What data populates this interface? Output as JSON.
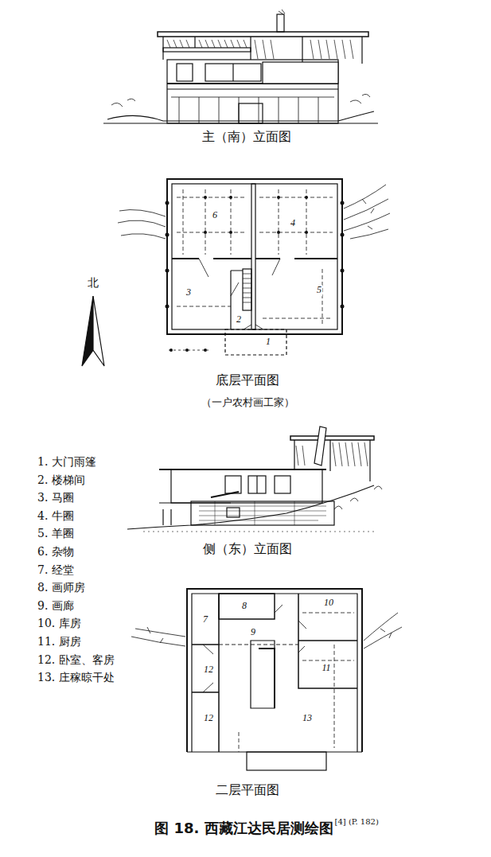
{
  "diagram": {
    "caption": "图 18. 西藏江达民居测绘图",
    "labels": [
      "主（南）立面图",
      "6",
      "4",
      "3",
      "5",
      "2",
      "1",
      "北",
      "底层平面图",
      "（一户农村画工家）",
      "1. 大门雨篷",
      "2. 楼梯间",
      "3. 马圈",
      "4. 牛圈",
      "5. 羊圈",
      "6. 杂物",
      "7. 经堂",
      "8. 画师房",
      "9. 画廊",
      "10. 库房",
      "11. 厨房",
      "12. 卧室、客房",
      "13. 庄稼晾干处",
      "侧（东）立面图",
      "7",
      "8",
      "9",
      "10",
      "11",
      "12",
      "12",
      "13",
      "二层平面图",
      "[4] (P. 182)"
    ]
  }
}
